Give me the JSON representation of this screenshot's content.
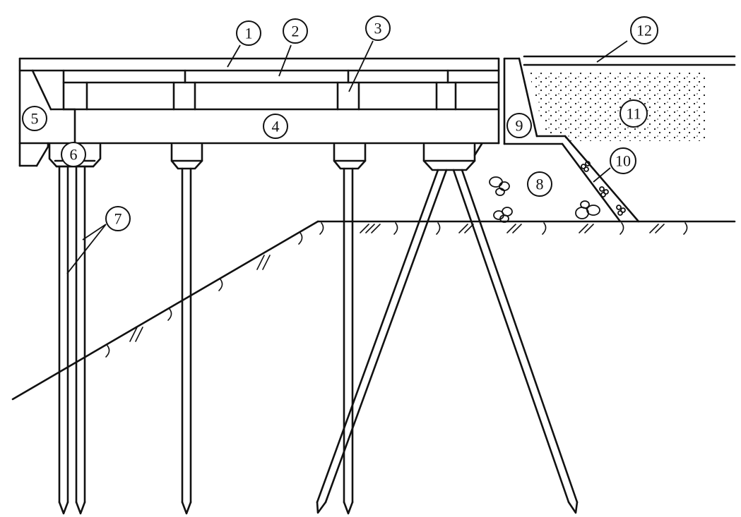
{
  "colors": {
    "ink": "#111111",
    "paper": "#ffffff"
  },
  "callouts": [
    {
      "label": "1"
    },
    {
      "label": "2"
    },
    {
      "label": "3"
    },
    {
      "label": "4"
    },
    {
      "label": "5"
    },
    {
      "label": "6"
    },
    {
      "label": "7"
    },
    {
      "label": "8"
    },
    {
      "label": "9"
    },
    {
      "label": "10"
    },
    {
      "label": "11"
    },
    {
      "label": "12"
    }
  ]
}
